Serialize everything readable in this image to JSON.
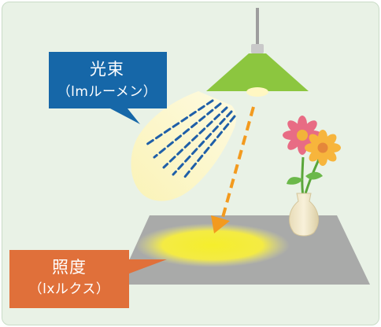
{
  "luminous_flux_label": {
    "title": "光束",
    "unit": "（lmルーメン）"
  },
  "illuminance_label": {
    "title": "照度",
    "unit": "（lxルクス）"
  },
  "colors": {
    "background": "#e9f2e6",
    "flux_callout": "#1667a8",
    "illuminance_callout": "#e0703a",
    "lamp_shade": "#8cc63f",
    "light_rays": "#1f5fa8",
    "direction_arrow": "#f39a1e",
    "table": "#a9aaa9",
    "illuminated_spot": "#f4ec38"
  }
}
